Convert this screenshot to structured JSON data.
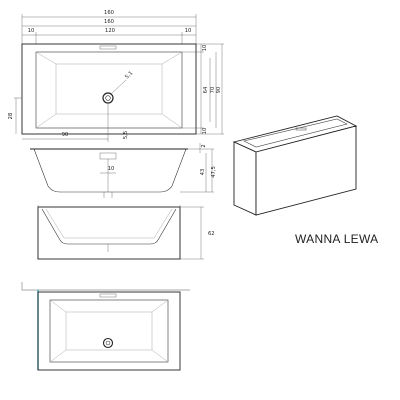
{
  "title": "WANNA LEWA",
  "colors": {
    "line": "#222222",
    "dim_line": "#444444",
    "wall": "#bbbbbb",
    "wall_side": "#2aa9c9"
  },
  "dims_top": {
    "overall": "160",
    "inner": "160",
    "left_margin": "10",
    "center": "120",
    "right_margin": "10"
  },
  "dims_right": {
    "top_rim": "10",
    "basin": "64",
    "inner": "70",
    "overall": "90",
    "bottom_rim": "10"
  },
  "dims_other": {
    "drain_diameter": "5,1",
    "drain_offset": "28",
    "drain_x": "90",
    "drain_height": "5,5",
    "side_top": "2",
    "depth_inner": "43",
    "depth_outer": "47,5",
    "drain_pipe": "10",
    "front_height": "62"
  }
}
